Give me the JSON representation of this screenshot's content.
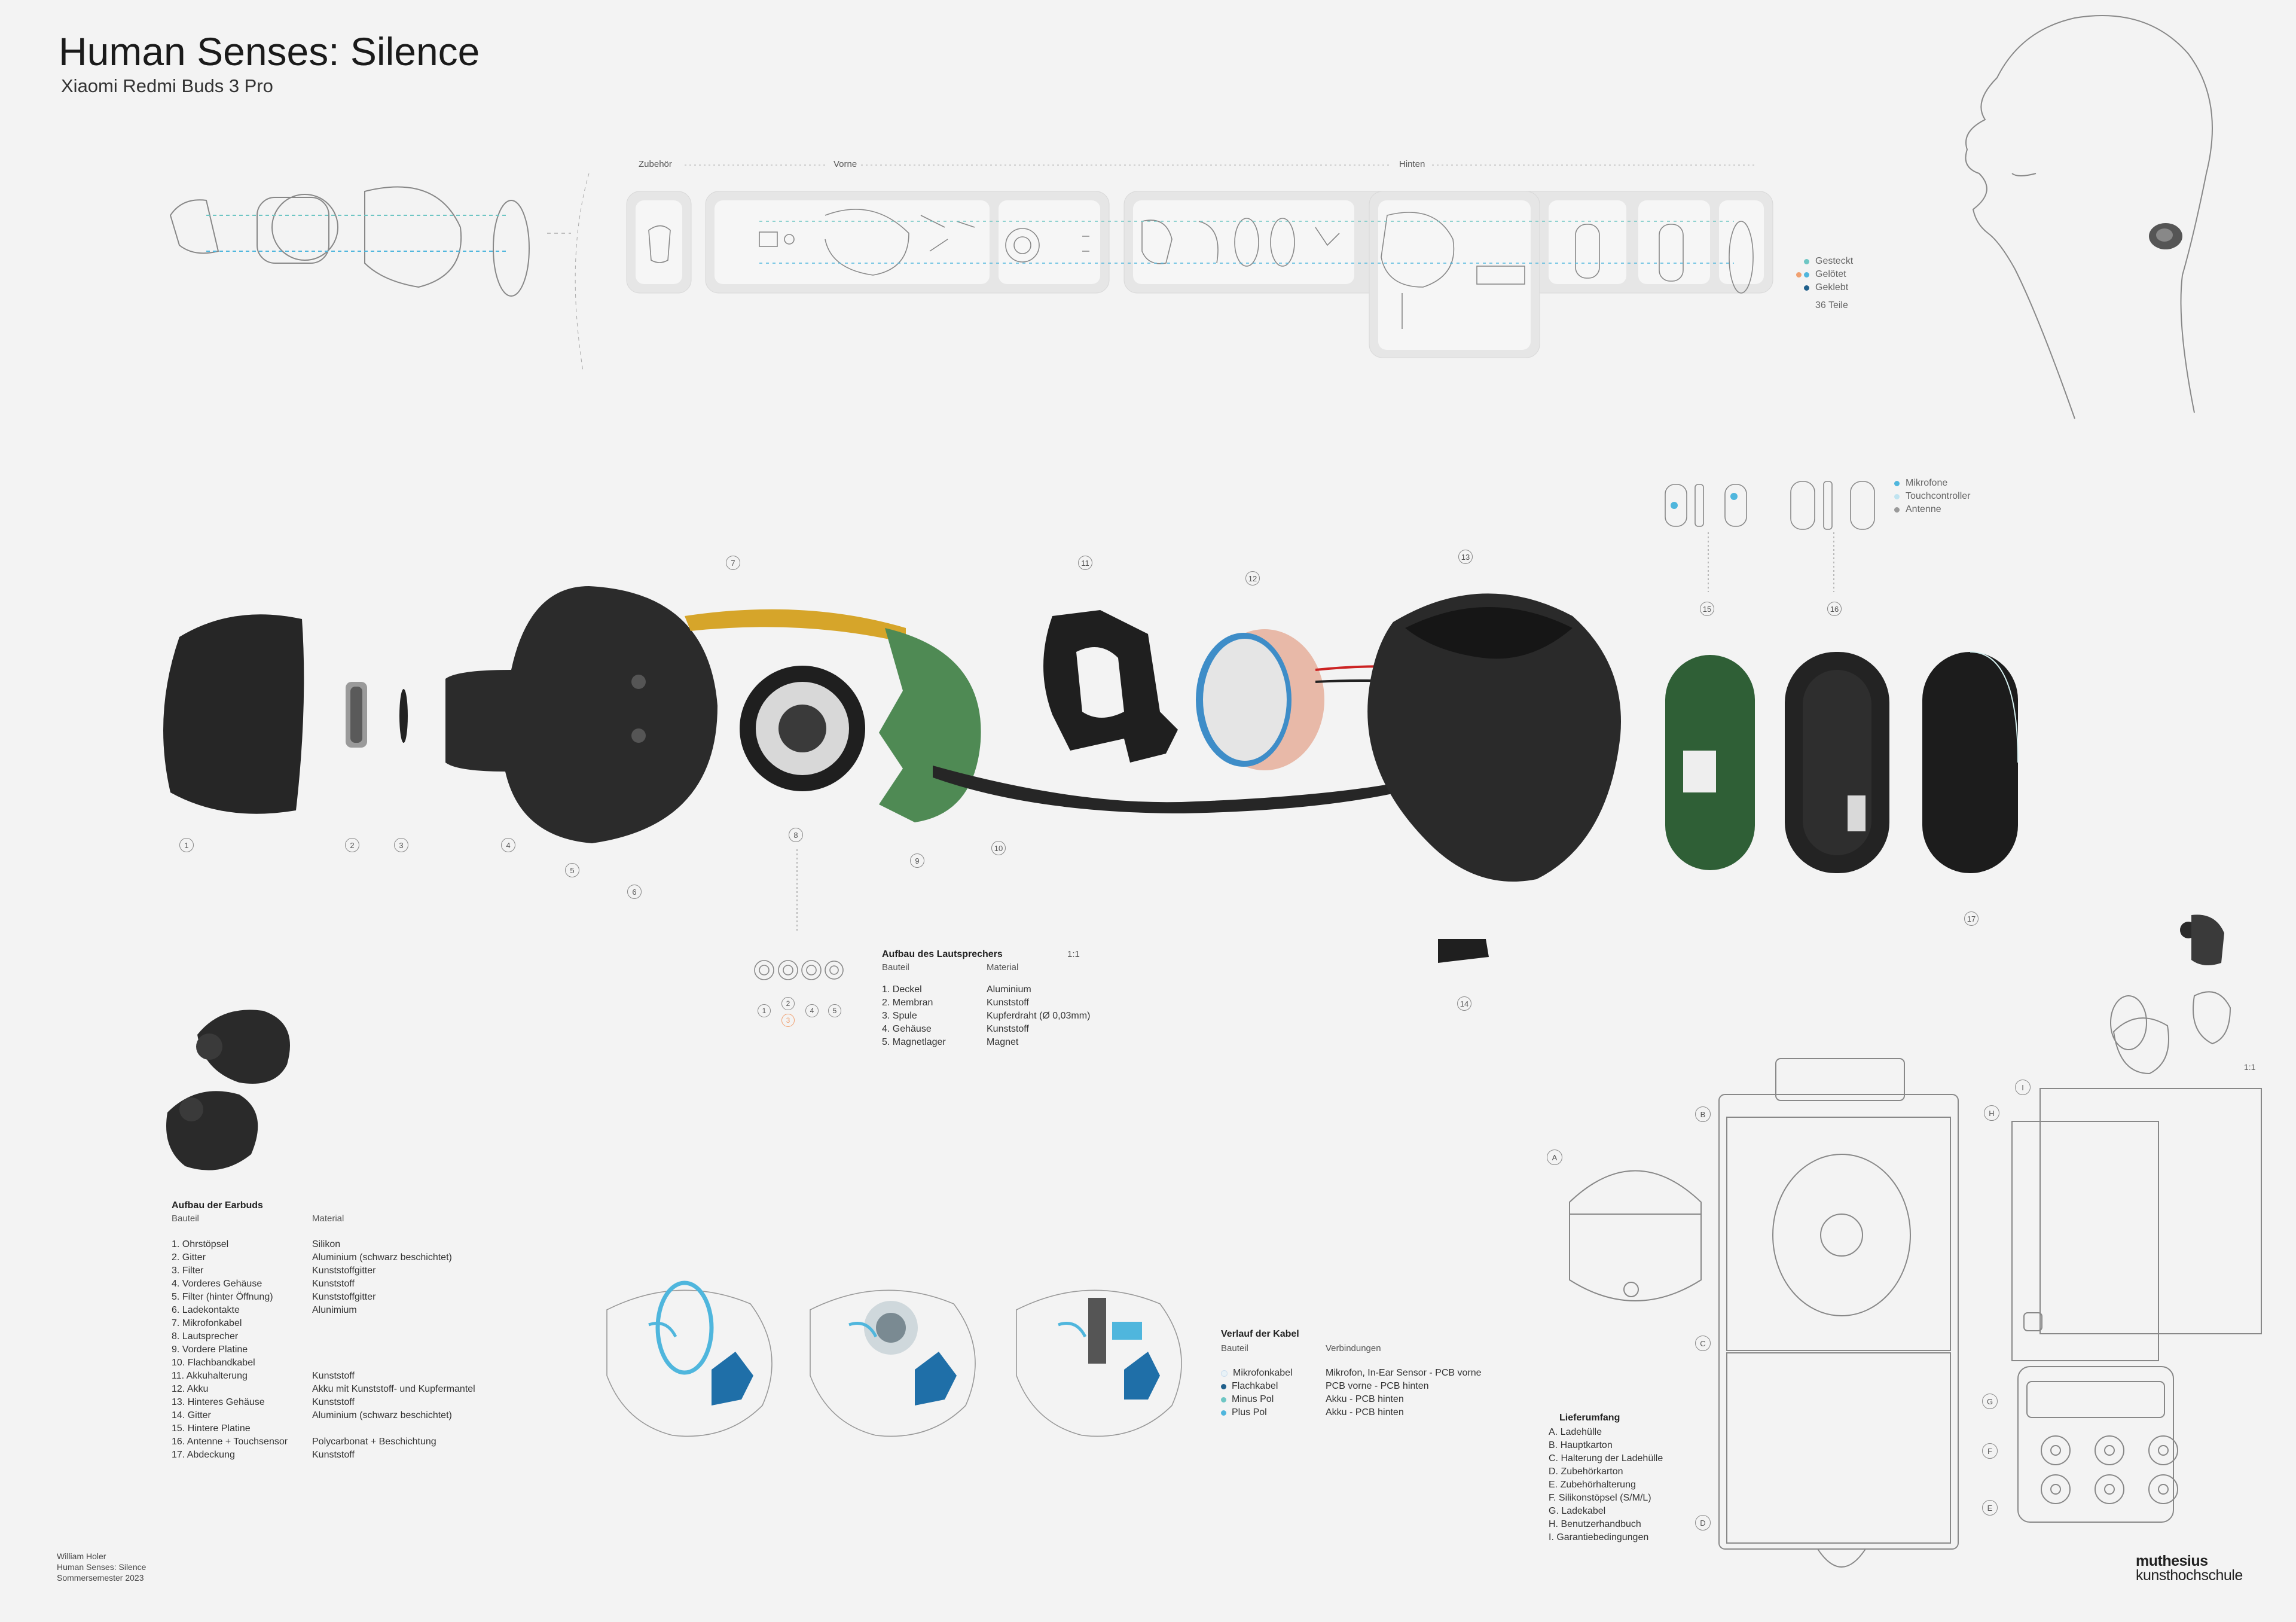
{
  "header": {
    "title": "Human Senses: Silence",
    "subtitle": "Xiaomi Redmi Buds 3 Pro"
  },
  "top_strip": {
    "labels": {
      "zubehoer": "Zubehör",
      "vorne": "Vorne",
      "hinten": "Hinten"
    },
    "legend": [
      {
        "label": "Gesteckt",
        "colors": [
          "#6ec6c4"
        ]
      },
      {
        "label": "Gelötet",
        "colors": [
          "#f0a070",
          "#4fb6dd"
        ]
      },
      {
        "label": "Geklebt",
        "colors": [
          "#1f5f8b"
        ]
      }
    ],
    "parts_count": "36 Teile"
  },
  "component_legend": [
    {
      "label": "Mikrofone",
      "color": "#4fb6dd"
    },
    {
      "label": "Touchcontroller",
      "color": "#bfe3f0"
    },
    {
      "label": "Antenne",
      "color": "#9a9a9a"
    }
  ],
  "part_numbers": [
    "1",
    "2",
    "3",
    "4",
    "5",
    "6",
    "7",
    "8",
    "9",
    "10",
    "11",
    "12",
    "13",
    "14",
    "15",
    "16",
    "17"
  ],
  "speaker": {
    "title": "Aufbau des Lautsprechers",
    "scale": "1:1",
    "col_part": "Bauteil",
    "col_material": "Material",
    "parts": [
      "1. Deckel",
      "2. Membran",
      "3. Spule",
      "4. Gehäuse",
      "5. Magnetlager"
    ],
    "materials": [
      "Aluminium",
      "Kunststoff",
      "Kupferdraht (Ø 0,03mm)",
      "Kunststoff",
      "Magnet"
    ],
    "nums": [
      "1",
      "2",
      "3",
      "4",
      "5"
    ]
  },
  "earbuds": {
    "title": "Aufbau der Earbuds",
    "col_part": "Bauteil",
    "col_material": "Material",
    "parts": [
      "1. Ohrstöpsel",
      "2. Gitter",
      "3. Filter",
      "4. Vorderes Gehäuse",
      "5. Filter (hinter Öffnung)",
      "6. Ladekontakte",
      "7. Mikrofonkabel",
      "8. Lautsprecher",
      "9. Vordere Platine",
      "10. Flachbandkabel",
      "11. Akkuhalterung",
      "12. Akku",
      "13. Hinteres Gehäuse",
      "14. Gitter",
      "15. Hintere Platine",
      "16. Antenne + Touchsensor",
      "17. Abdeckung"
    ],
    "materials": [
      "Silikon",
      "Aluminium (schwarz beschichtet)",
      "Kunststoffgitter",
      "Kunststoff",
      "Kunststoffgitter",
      "Alunimium",
      "",
      "",
      "",
      "",
      "Kunststoff",
      "Akku mit Kunststoff- und Kupfermantel",
      "Kunststoff",
      "Aluminium (schwarz beschichtet)",
      "",
      "Polycarbonat + Beschichtung",
      "Kunststoff"
    ]
  },
  "cables": {
    "title": "Verlauf der Kabel",
    "col_part": "Bauteil",
    "col_conn": "Verbindungen",
    "items": [
      {
        "label": "Mikrofonkabel",
        "conn": "Mikrofon, In-Ear Sensor - PCB vorne",
        "color": "#e8f2f7"
      },
      {
        "label": "Flachkabel",
        "conn": "PCB vorne - PCB hinten",
        "color": "#1f5f8b"
      },
      {
        "label": "Minus Pol",
        "conn": "Akku - PCB hinten",
        "color": "#6ec6c4"
      },
      {
        "label": "Plus Pol",
        "conn": "Akku - PCB hinten",
        "color": "#4fb6dd"
      }
    ]
  },
  "delivery": {
    "title": "Lieferumfang",
    "items": [
      "A. Ladehülle",
      "B. Hauptkarton",
      "C. Halterung der Ladehülle",
      "D. Zubehörkarton",
      "E. Zubehörhalterung",
      "F. Silikonstöpsel (S/M/L)",
      "G. Ladekabel",
      "H. Benutzerhandbuch",
      "I. Garantiebedingungen"
    ],
    "letters": [
      "A",
      "B",
      "C",
      "D",
      "E",
      "F",
      "G",
      "H",
      "I"
    ]
  },
  "small_scale": "1:1",
  "author": {
    "lines": [
      "William Holer",
      "Human Senses: Silence",
      "Sommersemester 2023"
    ]
  },
  "brand": {
    "line1": "muthesius",
    "line2": "kunsthochschule"
  }
}
